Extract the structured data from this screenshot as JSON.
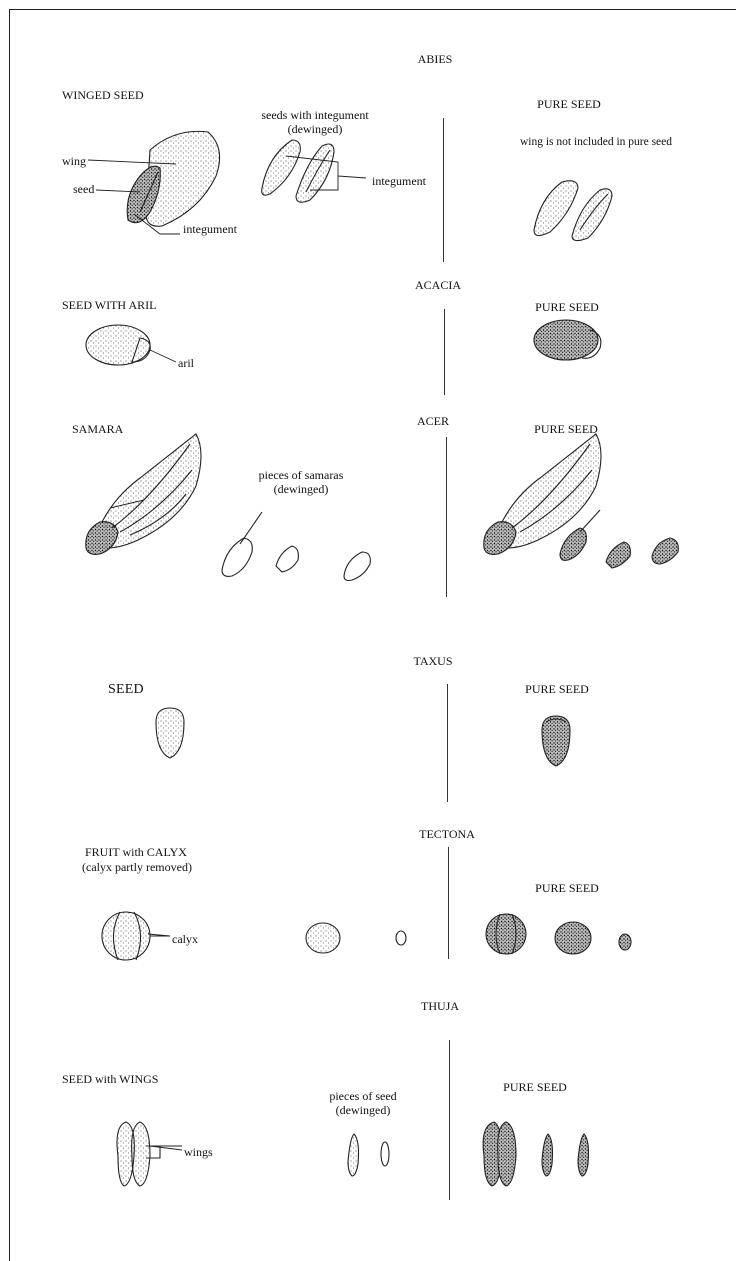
{
  "sections": [
    {
      "genus": "ABIES",
      "left_heading": "WINGED SEED",
      "middle_heading": "seeds with integument (dewinged)",
      "middle_heading_lines": [
        "seeds with integument",
        "(dewinged)"
      ],
      "right_heading": "PURE SEED",
      "right_note": "wing is not included in pure seed",
      "callouts": {
        "wing": "wing",
        "seed": "seed",
        "integument_left": "integument",
        "integument_middle": "integument"
      }
    },
    {
      "genus": "ACACIA",
      "left_heading": "SEED WITH ARIL",
      "right_heading": "PURE SEED",
      "callouts": {
        "aril": "aril"
      }
    },
    {
      "genus": "ACER",
      "left_heading": "SAMARA",
      "middle_heading": "pieces of samaras (dewinged)",
      "middle_heading_lines": [
        "pieces of samaras",
        "(dewinged)"
      ],
      "right_heading": "PURE SEED"
    },
    {
      "genus": "TAXUS",
      "left_heading": "SEED",
      "right_heading": "PURE SEED"
    },
    {
      "genus": "TECTONA",
      "left_heading": "FRUIT with CALYX",
      "left_subheading": "(calyx partly removed)",
      "right_heading": "PURE SEED",
      "callouts": {
        "calyx": "calyx"
      }
    },
    {
      "genus": "THUJA",
      "left_heading": "SEED with WINGS",
      "middle_heading": "pieces of seed (dewinged)",
      "middle_heading_lines": [
        "pieces of seed",
        "(dewinged)"
      ],
      "right_heading": "PURE SEED",
      "callouts": {
        "wings": "wings"
      }
    }
  ]
}
